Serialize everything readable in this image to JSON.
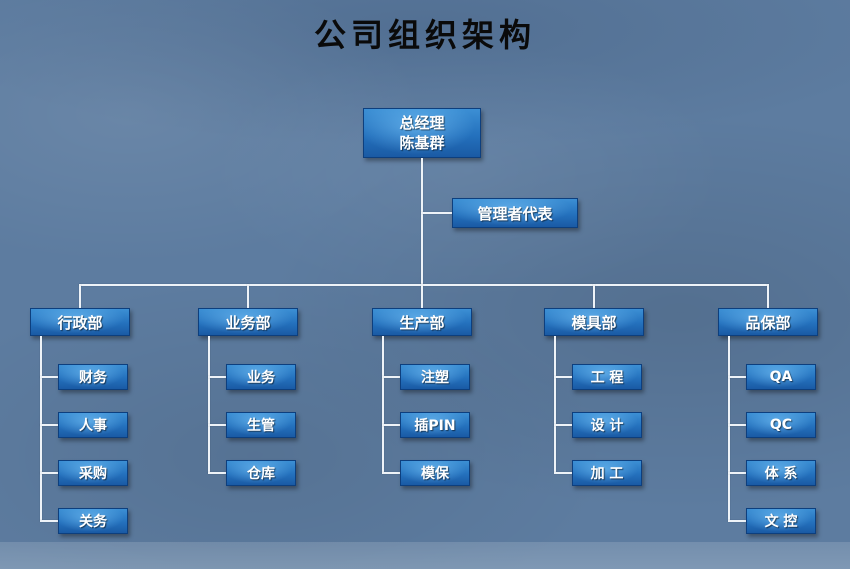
{
  "title": "公司组织架构",
  "root": {
    "line1": "总经理",
    "line2": "陈基群"
  },
  "staff": {
    "label": "管理者代表"
  },
  "departments": [
    {
      "label": "行政部",
      "children": [
        "财务",
        "人事",
        "采购",
        "关务"
      ]
    },
    {
      "label": "业务部",
      "children": [
        "业务",
        "生管",
        "仓库"
      ]
    },
    {
      "label": "生产部",
      "children": [
        "注塑",
        "插PIN",
        "模保"
      ]
    },
    {
      "label": "模具部",
      "children": [
        "工 程",
        "设 计",
        "加 工"
      ]
    },
    {
      "label": "品保部",
      "children": [
        "QA",
        "QC",
        "体 系",
        "文 控"
      ]
    }
  ],
  "colors": {
    "background": "#5d7ca0",
    "box_highlight": "#53a7e6",
    "box_dark": "#1a5aa4",
    "box_border": "#0d3f7e",
    "connector": "#eef3f8",
    "title_text": "#0a0a0a",
    "box_text": "#ffffff"
  }
}
